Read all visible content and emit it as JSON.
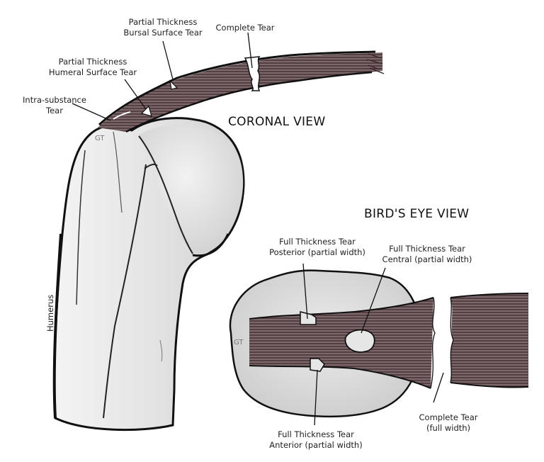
{
  "views": {
    "coronal": "CORONAL VIEW",
    "birds_eye": "BIRD'S EYE VIEW"
  },
  "bone_labels": {
    "humerus": "Humerus",
    "gt_coronal": "GT",
    "gt_birds_eye": "GT"
  },
  "coronal_labels": {
    "partial_bursal": [
      "Partial Thickness",
      "Bursal Surface Tear"
    ],
    "complete": [
      "Complete Tear"
    ],
    "partial_humeral": [
      "Partial Thickness",
      "Humeral Surface Tear"
    ],
    "intra_substance": [
      "Intra-substance",
      "Tear"
    ]
  },
  "birds_eye_labels": {
    "posterior": [
      "Full Thickness Tear",
      "Posterior (partial width)"
    ],
    "central": [
      "Full Thickness Tear",
      "Central (partial width)"
    ],
    "anterior": [
      "Full Thickness Tear",
      "Anterior (partial width)"
    ],
    "complete_full": [
      "Complete Tear",
      "(full width)"
    ]
  },
  "colors": {
    "tendon_dark": "#3e2a2e",
    "tendon_light": "#8a7478",
    "bone_fill": "#e6e6e6",
    "bone_shade": "#cfcfcf",
    "outline": "#111111"
  }
}
